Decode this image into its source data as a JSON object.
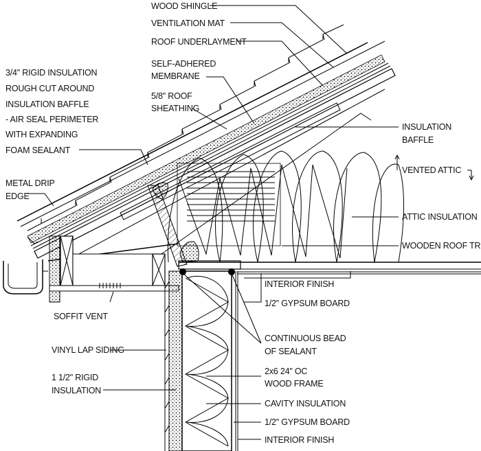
{
  "labels": {
    "wood_shingle": "WOOD SHINGLE",
    "ventilation_mat": "VENTILATION MAT",
    "roof_underlayment": "ROOF UNDERLAYMENT",
    "self_adhered_1": "SELF-ADHERED",
    "self_adhered_2": "MEMBRANE",
    "roof_sheathing_1": "5/8\" ROOF",
    "roof_sheathing_2": "SHEATHING",
    "rigid_1": "3/4\" RIGID INSULATION",
    "rigid_2": "ROUGH CUT AROUND",
    "rigid_3": "INSULATION BAFFLE",
    "rigid_4": "- AIR SEAL PERIMETER",
    "rigid_5": "WITH EXPANDING",
    "rigid_6": "FOAM SEALANT",
    "metal_drip_1": "METAL DRIP",
    "metal_drip_2": "EDGE",
    "insulation_baffle_1": "INSULATION",
    "insulation_baffle_2": "BAFFLE",
    "vented_attic": "VENTED ATTIC",
    "attic_insulation": "ATTIC INSULATION",
    "wooden_roof_truss": "WOODEN ROOF TRUSS",
    "interior_finish_ceiling": "INTERIOR FINISH",
    "gypsum_ceiling": "1/2\" GYPSUM BOARD",
    "soffit_vent": "SOFFIT VENT",
    "vinyl_lap_siding": "VINYL LAP SIDING",
    "rigid_wall_1": "1 1/2\" RIGID",
    "rigid_wall_2": "INSULATION",
    "sealant_1": "CONTINUOUS BEAD",
    "sealant_2": "OF SEALANT",
    "wood_frame_1": "2x6 24\" OC",
    "wood_frame_2": "WOOD FRAME",
    "cavity_insulation": "CAVITY INSULATION",
    "gypsum_wall": "1/2\" GYPSUM BOARD",
    "interior_finish_wall": "INTERIOR FINISH"
  }
}
